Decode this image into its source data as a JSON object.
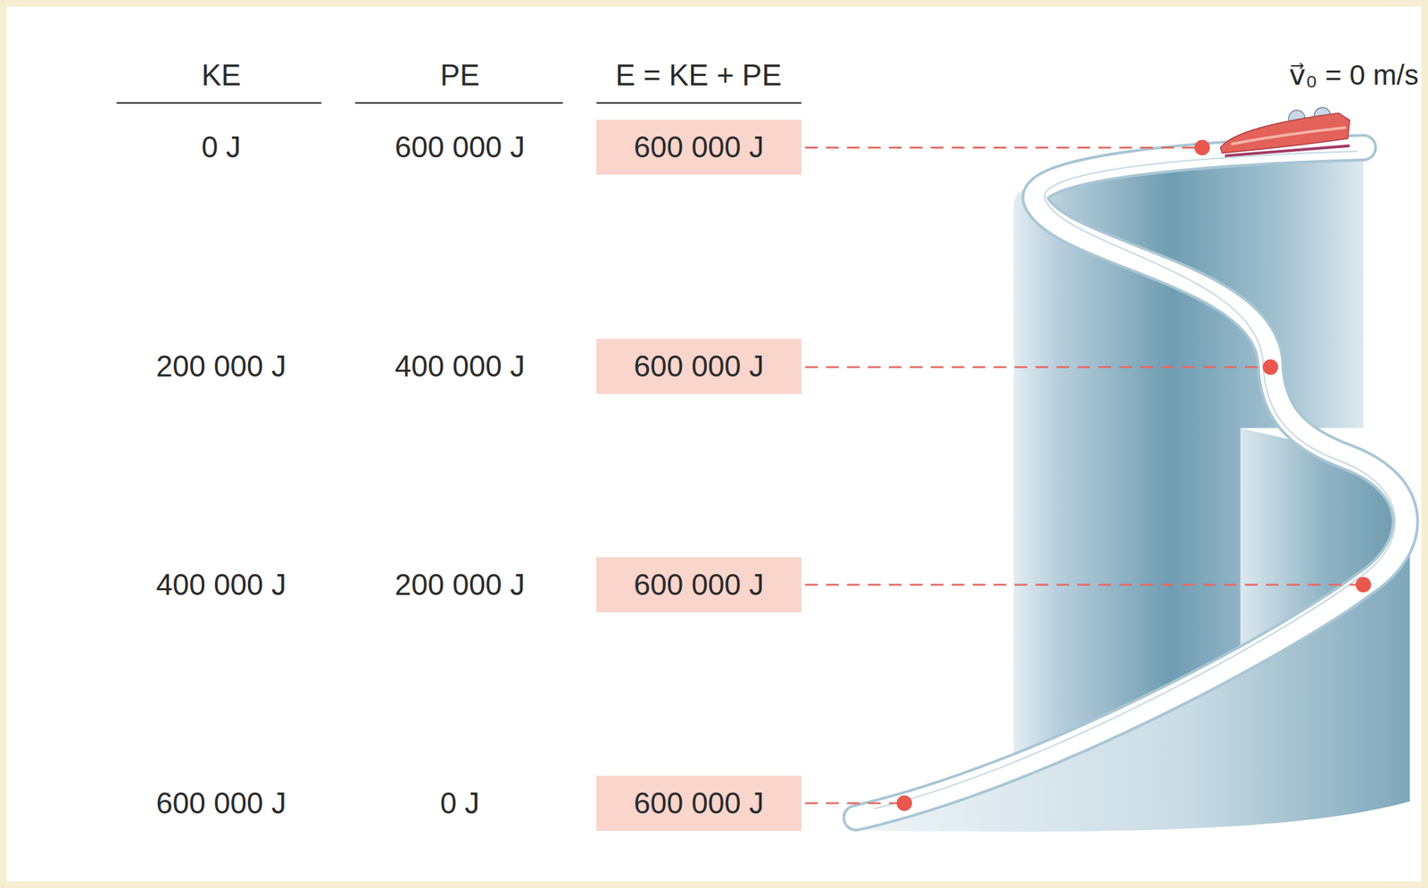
{
  "diagram": {
    "nodes": [
      {
        "text": [
          "600 000 J"
        ]
      },
      {
        "text": [
          "600 000 J"
        ]
      },
      {
        "text": [
          "600 000 J"
        ]
      },
      {
        "text": [
          "600 000 J"
        ]
      }
    ],
    "labels": [
      "KE",
      "PE",
      "E = KE + PE",
      "v⃗₀ = 0 m/s",
      "0 J",
      "600 000 J",
      "200 000 J",
      "400 000 J",
      "400 000 J",
      "200 000 J",
      "600 000 J",
      "0 J"
    ]
  }
}
